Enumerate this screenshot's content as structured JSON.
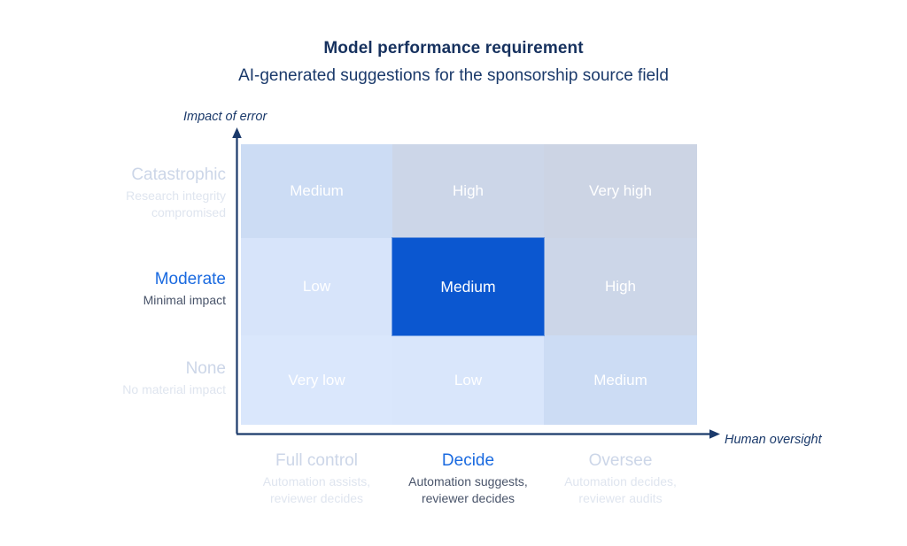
{
  "header": {
    "title": "Model performance requirement",
    "subtitle": "AI-generated suggestions for the sponsorship source field"
  },
  "axes": {
    "y_title": "Impact of error",
    "x_title": "Human oversight"
  },
  "colors": {
    "title": "#16315e",
    "axis_line": "#1b3a6b",
    "active_cell": "#0b57d0",
    "active_label": "#1a6ae0",
    "muted_label": "#ccd6e8",
    "muted_sub": "#dfe5ef",
    "active_sub": "#49546a",
    "cell_text": "#ffffff"
  },
  "chart_data": {
    "type": "heatmap",
    "title": "Model performance requirement",
    "subtitle": "AI-generated suggestions for the sponsorship source field",
    "xlabel": "Human oversight",
    "ylabel": "Impact of error",
    "grid": false,
    "legend": "none",
    "x_categories": [
      {
        "label": "Full control",
        "sublabel": "Automation assists, reviewer decides",
        "active": false
      },
      {
        "label": "Decide",
        "sublabel": "Automation suggests, reviewer decides",
        "active": true
      },
      {
        "label": "Oversee",
        "sublabel": "Automation decides, reviewer audits",
        "active": false
      }
    ],
    "y_categories": [
      {
        "label": "Catastrophic",
        "sublabel": "Research integrity compromised",
        "active": false
      },
      {
        "label": "Moderate",
        "sublabel": "Minimal impact",
        "active": true
      },
      {
        "label": "None",
        "sublabel": "No material impact",
        "active": false
      }
    ],
    "rows": [
      {
        "y": "Catastrophic",
        "cells": [
          {
            "value": "Medium",
            "level": 3,
            "fill": "#ccdcf4",
            "active": false
          },
          {
            "value": "High",
            "level": 4,
            "fill": "#ccd6e8",
            "active": false
          },
          {
            "value": "Very high",
            "level": 5,
            "fill": "#ccd4e4",
            "active": false
          }
        ]
      },
      {
        "y": "Moderate",
        "cells": [
          {
            "value": "Low",
            "level": 2,
            "fill": "#d7e4fa",
            "active": false
          },
          {
            "value": "Medium",
            "level": 3,
            "fill": "#0b57d0",
            "active": true
          },
          {
            "value": "High",
            "level": 4,
            "fill": "#ccd6e8",
            "active": false
          }
        ]
      },
      {
        "y": "None",
        "cells": [
          {
            "value": "Very low",
            "level": 1,
            "fill": "#dae7fc",
            "active": false
          },
          {
            "value": "Low",
            "level": 2,
            "fill": "#d9e6fb",
            "active": false
          },
          {
            "value": "Medium",
            "level": 3,
            "fill": "#ccdcf4",
            "active": false
          }
        ]
      }
    ],
    "selected_cell": {
      "row": "Moderate",
      "column": "Decide",
      "value": "Medium"
    }
  }
}
